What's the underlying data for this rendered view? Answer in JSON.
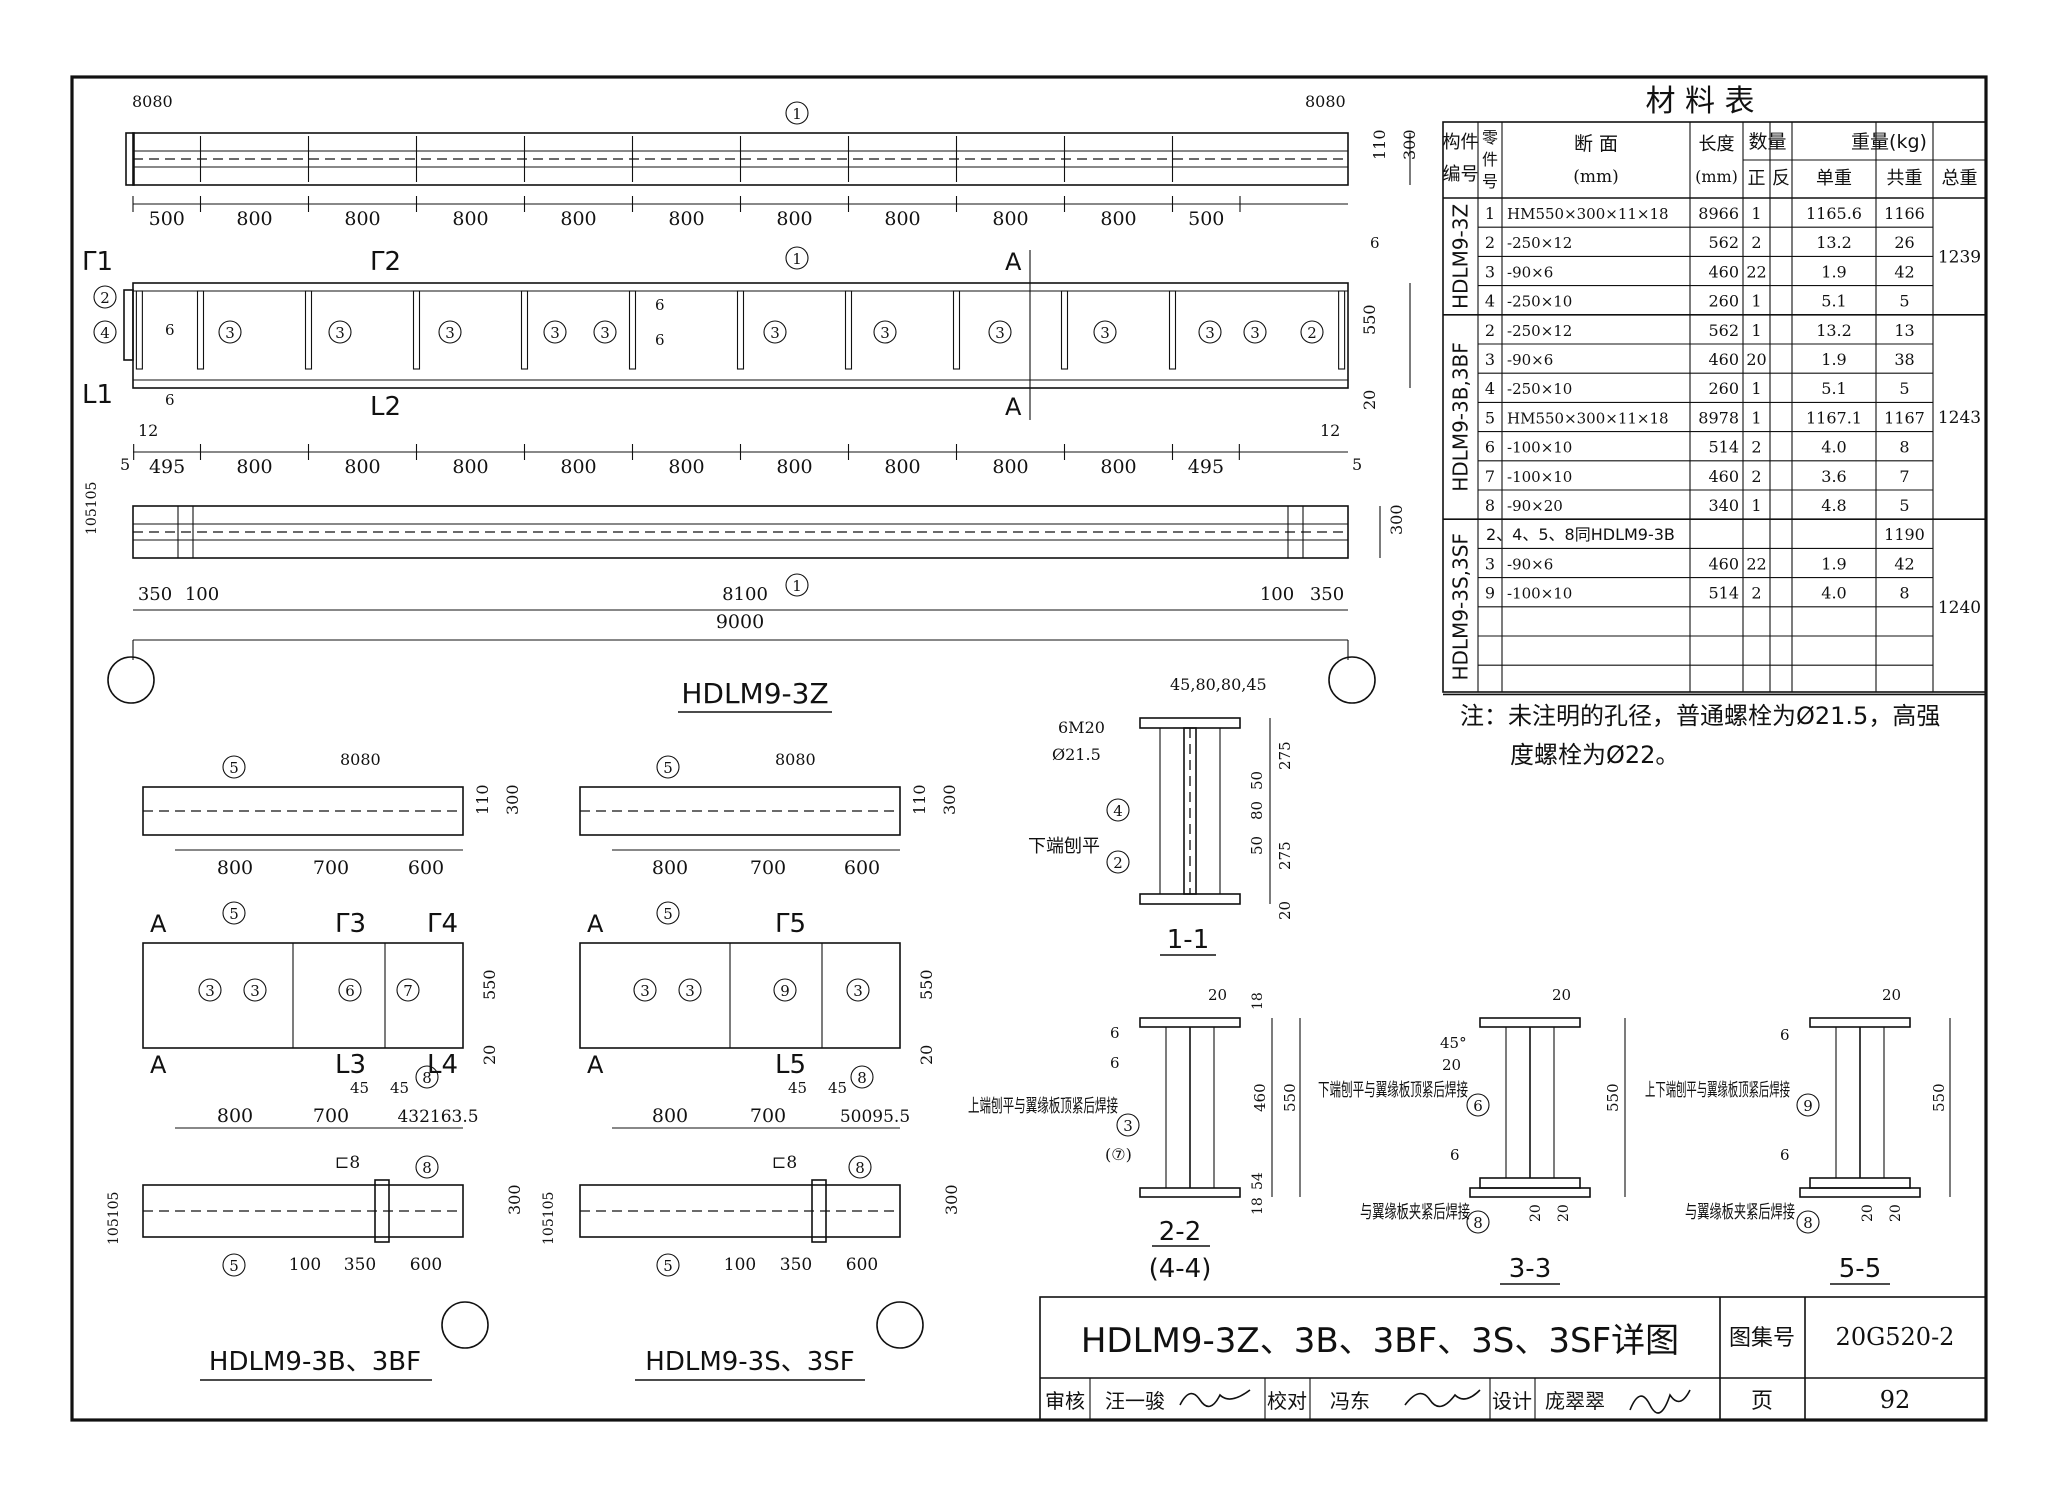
{
  "drawing": {
    "main_title": "HDLM9-3Z、3B、3BF、3S、3SF详图",
    "atlas_label": "图集号",
    "atlas_no": "20G520-2",
    "page_label": "页",
    "page_no": "92",
    "review_label": "审核",
    "reviewer": "汪一骏",
    "check_label": "校对",
    "checker": "冯东",
    "design_label": "设计",
    "designer": "庞翠翠"
  },
  "views": {
    "main_title": "HDLM9-3Z",
    "b_title": "HDLM9-3B、3BF",
    "s_title": "HDLM9-3S、3SF",
    "sec11": "1-1",
    "sec22": "2-2",
    "sec44": "(4-4)",
    "sec33": "3-3",
    "sec55": "5-5"
  },
  "dims": {
    "top_spans": [
      "500",
      "800",
      "800",
      "800",
      "800",
      "800",
      "800",
      "800",
      "800",
      "800",
      "500"
    ],
    "mid_spans": [
      "495",
      "800",
      "800",
      "800",
      "800",
      "800",
      "800",
      "800",
      "800",
      "800",
      "495"
    ],
    "bot_spans": [
      "350",
      "100",
      "8100",
      "100",
      "350"
    ],
    "total": "9000",
    "h110": "110",
    "h300": "300",
    "h550": "550",
    "h20": "20",
    "d8080": "8080",
    "d105": "105105",
    "d5": "5",
    "d12": "12",
    "d6": "6",
    "b_spans_top": [
      "800",
      "700",
      "600"
    ],
    "b_spans_mid": [
      "800",
      "700",
      "432163.5"
    ],
    "s_spans_mid": [
      "800",
      "700",
      "50095.5"
    ],
    "b_spans_bot": [
      "100",
      "350",
      "600"
    ],
    "d45": "45",
    "s11_top": "45,80,80,45",
    "s11_right": [
      "275",
      "50",
      "80",
      "50",
      "275",
      "20"
    ],
    "bolt": "6M20",
    "hole": "Ø21.5",
    "plane_bottom": "下端刨平",
    "s22_right": [
      "18",
      "460",
      "550",
      "54",
      "18"
    ],
    "note22": "上端刨平与翼缘板顶紧后焊接",
    "note22b": "(⑦)",
    "note33": "下端刨平与翼缘板顶紧后焊接",
    "note33b": "与翼缘板夹紧后焊接",
    "note55": "上下端刨平与翼缘板顶紧后焊接",
    "note55b": "与翼缘板夹紧后焊接",
    "c8": "⊏8",
    "angle": "45°"
  },
  "table": {
    "title": "材  料  表",
    "headers": {
      "member": "构件编号",
      "part": "零件号",
      "section": "断 面 (mm)",
      "length": "长度 (mm)",
      "qty": "数量",
      "qty_pos": "正",
      "qty_neg": "反",
      "weight": "重量(kg)",
      "unit": "单重",
      "sub": "共重",
      "total": "总重"
    },
    "groups": [
      {
        "name": "HDLM9-3Z",
        "total": "1239",
        "rows": [
          [
            "1",
            "HM550×300×11×18",
            "8966",
            "1",
            "",
            "1165.6",
            "1166"
          ],
          [
            "2",
            "-250×12",
            "562",
            "2",
            "",
            "13.2",
            "26"
          ],
          [
            "3",
            "-90×6",
            "460",
            "22",
            "",
            "1.9",
            "42"
          ],
          [
            "4",
            "-250×10",
            "260",
            "1",
            "",
            "5.1",
            "5"
          ]
        ]
      },
      {
        "name": "HDLM9-3B,3BF",
        "total": "1243",
        "rows": [
          [
            "2",
            "-250×12",
            "562",
            "1",
            "",
            "13.2",
            "13"
          ],
          [
            "3",
            "-90×6",
            "460",
            "20",
            "",
            "1.9",
            "38"
          ],
          [
            "4",
            "-250×10",
            "260",
            "1",
            "",
            "5.1",
            "5"
          ],
          [
            "5",
            "HM550×300×11×18",
            "8978",
            "1",
            "",
            "1167.1",
            "1167"
          ],
          [
            "6",
            "-100×10",
            "514",
            "2",
            "",
            "4.0",
            "8"
          ],
          [
            "7",
            "-100×10",
            "460",
            "2",
            "",
            "3.6",
            "7"
          ],
          [
            "8",
            "-90×20",
            "340",
            "1",
            "",
            "4.8",
            "5"
          ]
        ]
      },
      {
        "name": "HDLM9-3S,3SF",
        "total": "1240",
        "note_row": "2、4、5、8同HDLM9-3B",
        "note_weight": "1190",
        "rows": [
          [
            "3",
            "-90×6",
            "460",
            "22",
            "",
            "1.9",
            "42"
          ],
          [
            "9",
            "-100×10",
            "514",
            "2",
            "",
            "4.0",
            "8"
          ]
        ]
      }
    ],
    "note_line1": "注：未注明的孔径，普通螺栓为Ø21.5，高强",
    "note_line2": "度螺栓为Ø22。"
  }
}
